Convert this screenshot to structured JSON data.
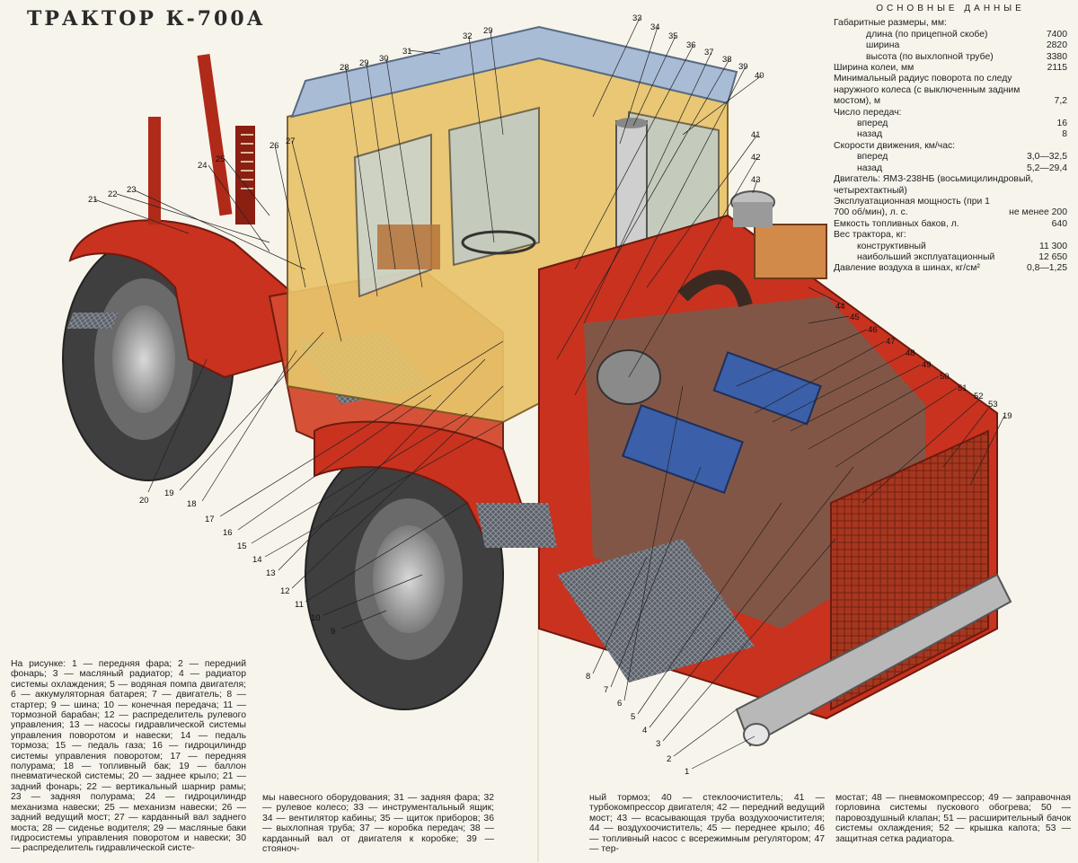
{
  "title": "ТРАКТОР К-700А",
  "specs": {
    "heading": "ОСНОВНЫЕ ДАННЫЕ",
    "dims_label": "Габаритные размеры, мм:",
    "length_label": "длина (по прицепной скобе)",
    "length_value": "7400",
    "width_label": "ширина",
    "width_value": "2820",
    "height_label": "высота (по выхлопной трубе)",
    "height_value": "3380",
    "track_label": "Ширина колеи, мм",
    "track_value": "2115",
    "radius_label": "Минимальный радиус поворота по следу наружного колеса (с выключенным задним мостом), м",
    "radius_value": "7,2",
    "gears_label": "Число передач:",
    "gears_fwd_label": "вперед",
    "gears_fwd_value": "16",
    "gears_rev_label": "назад",
    "gears_rev_value": "8",
    "speed_label": "Скорости движения, км/час:",
    "speed_fwd_label": "вперед",
    "speed_fwd_value": "3,0—32,5",
    "speed_rev_label": "назад",
    "speed_rev_value": "5,2—29,4",
    "engine_label": "Двигатель: ЯМЗ-238НБ (восьмицилиндровый, четырехтактный)",
    "power_label": "Эксплуатационная мощность (при 1 700 об/мин), л. с.",
    "power_value": "не менее 200",
    "tank_label": "Емкость топливных баков, л.",
    "tank_value": "640",
    "weight_label": "Вес трактора, кг:",
    "weight_struct_label": "конструктивный",
    "weight_struct_value": "11 300",
    "weight_max_label": "наибольший эксплуатационный",
    "weight_max_value": "12 650",
    "tire_label": "Давление воздуха в шинах, кг/см²",
    "tire_value": "0,8—1,25"
  },
  "legend": {
    "part1": "На рисунке: 1 — передняя фара; 2 — передний фонарь; 3 — масляный радиатор; 4 — радиатор системы охлаждения; 5 — водяная помпа двигателя; 6 — аккумуляторная батарея; 7 — двигатель; 8 — стартер; 9 — шина; 10 — конечная передача; 11 — тормозной барабан; 12 — распределитель рулевого управления; 13 — насосы гидравлической системы управления поворотом и навески; 14 — педаль тормоза; 15 — педаль газа; 16 — гидроцилиндр системы управления поворотом; 17 — передняя полурама; 18 — топливный бак; 19 — баллон пневматической системы; 20 — заднее крыло; 21 — задний фонарь; 22 — вертикальный шарнир рамы; 23 — задняя полурама; 24 — гидроцилиндр механизма навески; 25 — механизм навески; 26 — задний ведущий мост; 27 — карданный вал заднего моста; 28 — сиденье водителя; 29 — масляные баки гидросистемы управления поворотом и навески; 30 — распределитель гидравлической систе-",
    "part2": "мы навесного оборудования; 31 — задняя фара; 32 — рулевое колесо; 33 — инструментальный ящик; 34 — вентилятор кабины; 35 — щиток приборов; 36 — выхлопная труба; 37 — коробка передач; 38 — карданный вал от двигателя к коробке; 39 — стояноч-",
    "part3": "ный тормоз; 40 — стеклоочиститель; 41 — турбокомпрессор двигателя; 42 — передний ведущий мост; 43 — всасывающая труба воздухоочистителя; 44 — воздухоочиститель; 45 — переднее крыло; 46 — топливный насос с всережимным регулятором; 47 — тер-",
    "part4": "мостат; 48 — пневмокомпрессор; 49 — заправочная горловина системы пускового обогрева; 50 — паровоздушный клапан; 51 — расширительный бачок системы охлаждения; 52 — крышка капота; 53 — защитная сетка радиатора."
  },
  "callouts": [
    "1",
    "2",
    "3",
    "4",
    "5",
    "6",
    "7",
    "8",
    "9",
    "10",
    "11",
    "12",
    "13",
    "14",
    "15",
    "16",
    "17",
    "18",
    "19",
    "20",
    "21",
    "22",
    "23",
    "24",
    "25",
    "26",
    "27",
    "28",
    "29",
    "30",
    "31",
    "32",
    "29",
    "33",
    "34",
    "35",
    "36",
    "37",
    "38",
    "39",
    "40",
    "41",
    "42",
    "43",
    "44",
    "45",
    "46",
    "47",
    "48",
    "49",
    "50",
    "51",
    "52",
    "53",
    "19"
  ],
  "colors": {
    "body_red": "#c8321f",
    "cab_yellow": "#e8c46a",
    "engine_blue": "#3b5fa8",
    "tire_gray": "#4a4a4a",
    "roof_blue": "#a9bcd6"
  }
}
